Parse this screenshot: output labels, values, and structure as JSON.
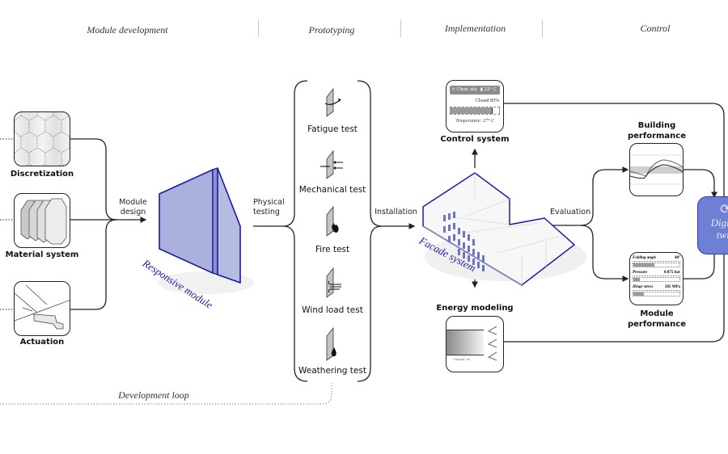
{
  "phases": [
    {
      "label": "Module development"
    },
    {
      "label": "Prototyping"
    },
    {
      "label": "Implementation"
    },
    {
      "label": "Control"
    }
  ],
  "inputs": [
    {
      "label": "Discretization",
      "icon": "hexagon-grid-icon"
    },
    {
      "label": "Material system",
      "icon": "layered-panels-icon"
    },
    {
      "label": "Actuation",
      "icon": "hinge-actuator-icon"
    }
  ],
  "flow_labels": {
    "module_design": [
      "Module",
      "design"
    ],
    "physical_testing": [
      "Physical",
      "testing"
    ],
    "installation": "Installation",
    "evaluation": "Evaluation"
  },
  "responsive_module": {
    "label": "Responsive module",
    "color": "#1a1aa8",
    "fill": "#a9b1dc"
  },
  "tests": [
    {
      "label": "Fatigue test",
      "icon": "rotation-arrow-icon"
    },
    {
      "label": "Mechanical test",
      "icon": "force-arrows-icon"
    },
    {
      "label": "Fire test",
      "icon": "flame-icon"
    },
    {
      "label": "Wind load test",
      "icon": "wind-icon"
    },
    {
      "label": "Weathering test",
      "icon": "water-drop-icon"
    }
  ],
  "facade_system": {
    "label": "Facade system"
  },
  "control_system": {
    "label": "Control system",
    "weather": "Clear sky",
    "outside_temp": "22° C",
    "status": "Closed 85%",
    "closed_fraction": 0.85,
    "temperature": "Temperature: 27° C"
  },
  "energy_modeling": {
    "label": "Energy modeling",
    "caption": "1 layout, m²"
  },
  "building_performance": {
    "label": [
      "Building",
      "performance"
    ]
  },
  "module_performance": {
    "label": [
      "Module",
      "performance"
    ],
    "metrics": [
      {
        "name": "Folding angle",
        "value": "40°",
        "fraction": 0.45
      },
      {
        "name": "Pressure",
        "value": "0.075 bar",
        "fraction": 0.14
      },
      {
        "name": "Hinge stress",
        "value": "205 MPa",
        "fraction": 0.22
      }
    ]
  },
  "digital_twin": {
    "label": [
      "Digital",
      "twin"
    ],
    "color": "#6f7fd4",
    "border": "#2a3ab8"
  },
  "development_loop": {
    "label": "Development loop"
  }
}
